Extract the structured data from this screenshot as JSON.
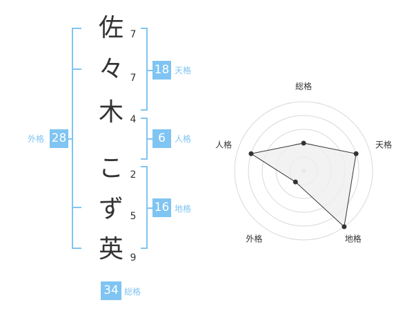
{
  "name": {
    "chars": [
      {
        "char": "佐",
        "strokes": "7"
      },
      {
        "char": "々",
        "strokes": "7"
      },
      {
        "char": "木",
        "strokes": "4"
      },
      {
        "char": "こ",
        "strokes": "2"
      },
      {
        "char": "ず",
        "strokes": "5"
      },
      {
        "char": "英",
        "strokes": "9"
      }
    ]
  },
  "kakusu": {
    "tenkaku": {
      "value": "18",
      "label": "天格"
    },
    "jinkaku": {
      "value": "6",
      "label": "人格"
    },
    "chikaku": {
      "value": "16",
      "label": "地格"
    },
    "gaikaku": {
      "value": "28",
      "label": "外格"
    },
    "soukaku": {
      "value": "34",
      "label": "総格"
    }
  },
  "chart_data": {
    "type": "radar",
    "axes": [
      "総格",
      "天格",
      "地格",
      "外格",
      "人格"
    ],
    "values": [
      2,
      4,
      5,
      1,
      4
    ],
    "rmax": 5,
    "rings": 5,
    "colors": {
      "fill": "#efefef",
      "stroke": "#333333",
      "grid": "#d8d8d8",
      "accent": "#7fc4f2"
    }
  }
}
